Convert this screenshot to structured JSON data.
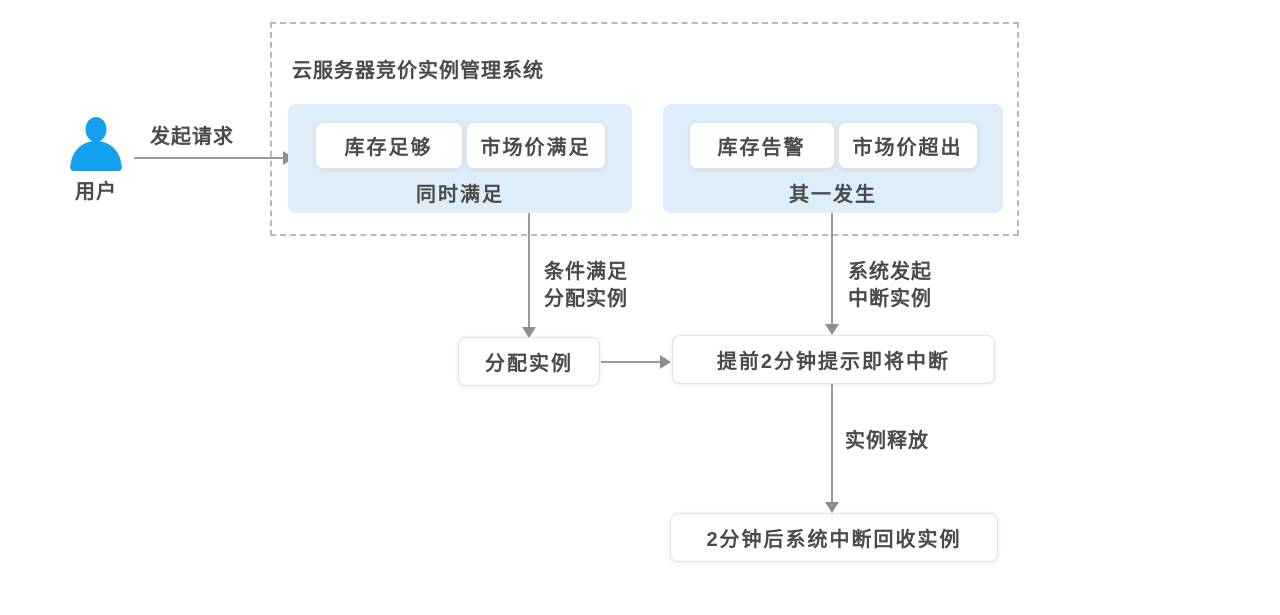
{
  "actor": {
    "label": "用户"
  },
  "edges": {
    "request": "发起请求",
    "allocate_line1": "条件满足",
    "allocate_line2": "分配实例",
    "interrupt_line1": "系统发起",
    "interrupt_line2": "中断实例",
    "release": "实例释放"
  },
  "system": {
    "title": "云服务器竞价实例管理系统",
    "allocate_group": {
      "items": [
        {
          "label": "库存足够"
        },
        {
          "label": "市场价满足"
        }
      ],
      "caption": "同时满足"
    },
    "interrupt_group": {
      "items": [
        {
          "label": "库存告警"
        },
        {
          "label": "市场价超出"
        }
      ],
      "caption": "其一发生"
    }
  },
  "nodes": {
    "allocate": "分配实例",
    "notify": "提前2分钟提示即将中断",
    "reclaim": "2分钟后系统中断回收实例"
  },
  "colors": {
    "actor_blue": "#14a0f0",
    "panel_blue": "#ddeefa",
    "text_gray": "#4a4a4a",
    "arrow_gray": "#9a9a9a",
    "dashed_border": "#b9b9b9",
    "node_border": "#e3e3e3"
  }
}
